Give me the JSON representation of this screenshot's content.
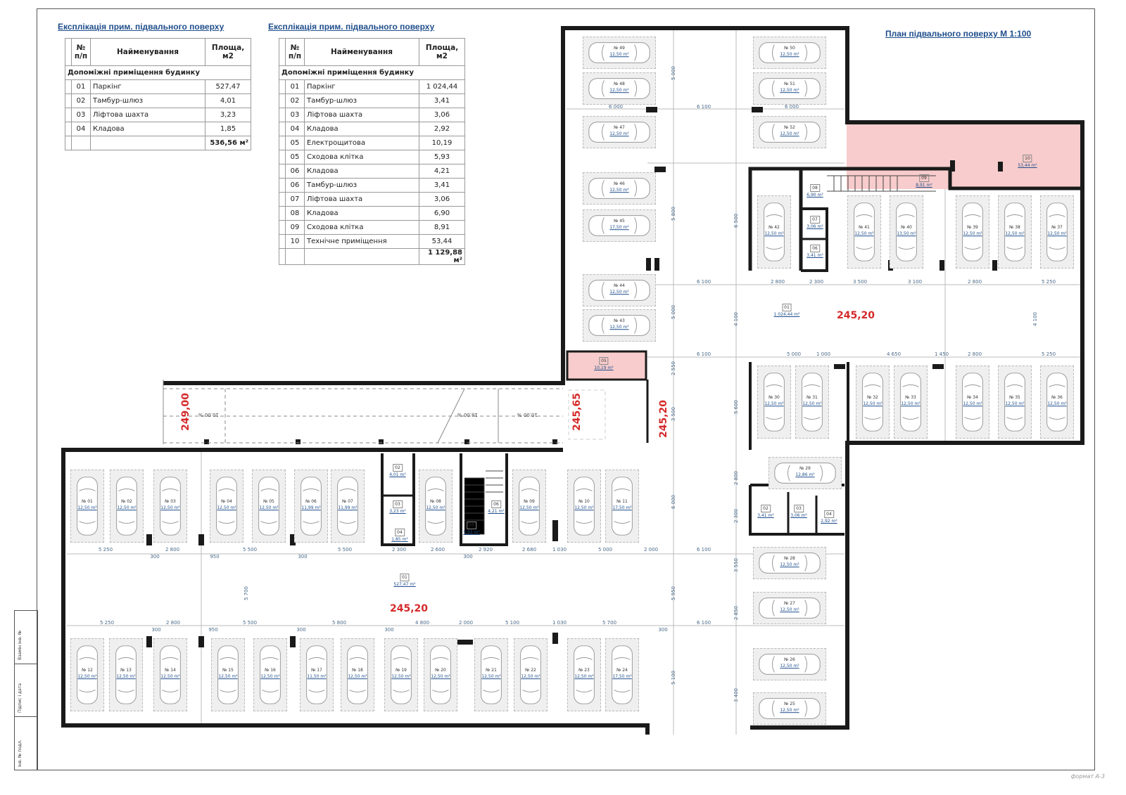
{
  "tables": [
    {
      "title": "Експлікація прим. підвального поверху",
      "headers": {
        "no": "№ п/п",
        "name": "Найменування",
        "area": "Площа, м2"
      },
      "group": "Допоміжні приміщення будинку",
      "rows": [
        {
          "no": "01",
          "name": "Паркінг",
          "area": "527,47"
        },
        {
          "no": "02",
          "name": "Тамбур-шлюз",
          "area": "4,01"
        },
        {
          "no": "03",
          "name": "Ліфтова шахта",
          "area": "3,23"
        },
        {
          "no": "04",
          "name": "Кладова",
          "area": "1,85"
        }
      ],
      "total": "536,56 м²"
    },
    {
      "title": "Експлікація прим. підвального поверху",
      "headers": {
        "no": "№ п/п",
        "name": "Найменування",
        "area": "Площа, м2"
      },
      "group": "Допоміжні приміщення будинку",
      "rows": [
        {
          "no": "01",
          "name": "Паркінг",
          "area": "1 024,44"
        },
        {
          "no": "02",
          "name": "Тамбур-шлюз",
          "area": "3,41"
        },
        {
          "no": "03",
          "name": "Ліфтова шахта",
          "area": "3,06"
        },
        {
          "no": "04",
          "name": "Кладова",
          "area": "2,92"
        },
        {
          "no": "05",
          "name": "Електрощитова",
          "area": "10,19"
        },
        {
          "no": "05",
          "name": "Сходова клітка",
          "area": "5,93"
        },
        {
          "no": "06",
          "name": "Кладова",
          "area": "4,21"
        },
        {
          "no": "06",
          "name": "Тамбур-шлюз",
          "area": "3,41"
        },
        {
          "no": "07",
          "name": "Ліфтова шахта",
          "area": "3,06"
        },
        {
          "no": "08",
          "name": "Кладова",
          "area": "6,90"
        },
        {
          "no": "09",
          "name": "Сходова клітка",
          "area": "8,91"
        },
        {
          "no": "10",
          "name": "Технічне приміщення",
          "area": "53,44"
        }
      ],
      "total": "1 129,88 м²"
    }
  ],
  "plan_title": "План підвального поверху М 1:100",
  "format_label": "формат А-3",
  "stamp_labels": [
    "Взамін інв. №",
    "Підпис і дата",
    "Інв. № подл."
  ],
  "colors": {
    "wall": "#1a1a1a",
    "tech_room": "#f8cccc",
    "title": "#1f4e8c",
    "elevation": "#d42a2a"
  },
  "elevations": [
    "249,00",
    "245,65",
    "245,20",
    "245,20",
    "245,20"
  ],
  "ramp_slopes": [
    "10.00 %",
    "18.00 %",
    "10.00 %"
  ],
  "rooms": [
    {
      "no": "01",
      "area": "1 024,44 m²"
    },
    {
      "no": "01",
      "area": "527,47 m²"
    },
    {
      "no": "02",
      "area": "4,01 m²"
    },
    {
      "no": "03",
      "area": "3,23 m²"
    },
    {
      "no": "04",
      "area": "1,85 m²"
    },
    {
      "no": "05",
      "area": "5,93 m²"
    },
    {
      "no": "06",
      "area": "4,21 m²"
    },
    {
      "no": "05",
      "area": "10,19 m²"
    },
    {
      "no": "08",
      "area": "6,90 m²"
    },
    {
      "no": "07",
      "area": "3,06 m²"
    },
    {
      "no": "06",
      "area": "3,41 m²"
    },
    {
      "no": "09",
      "area": "8,91 m²"
    },
    {
      "no": "10",
      "area": "53,44 m²"
    },
    {
      "no": "02",
      "area": "3,41 m²"
    },
    {
      "no": "03",
      "area": "3,06 m²"
    },
    {
      "no": "04",
      "area": "2,92 m²"
    }
  ],
  "spots": [
    {
      "no": "№ 01",
      "area": "12,50 m²"
    },
    {
      "no": "№ 02",
      "area": "12,50 m²"
    },
    {
      "no": "№ 03",
      "area": "12,50 m²"
    },
    {
      "no": "№ 04",
      "area": "12,50 m²"
    },
    {
      "no": "№ 05",
      "area": "12,50 m²"
    },
    {
      "no": "№ 06",
      "area": "11,99 m²"
    },
    {
      "no": "№ 07",
      "area": "11,99 m²"
    },
    {
      "no": "№ 08",
      "area": "12,50 m²"
    },
    {
      "no": "№ 09",
      "area": "12,50 m²"
    },
    {
      "no": "№ 10",
      "area": "12,50 m²"
    },
    {
      "no": "№ 11",
      "area": "17,50 m²"
    },
    {
      "no": "№ 12",
      "area": "12,50 m²"
    },
    {
      "no": "№ 13",
      "area": "12,50 m²"
    },
    {
      "no": "№ 14",
      "area": "12,50 m²"
    },
    {
      "no": "№ 15",
      "area": "12,50 m²"
    },
    {
      "no": "№ 16",
      "area": "12,50 m²"
    },
    {
      "no": "№ 17",
      "area": "11,50 m²"
    },
    {
      "no": "№ 18",
      "area": "12,50 m²"
    },
    {
      "no": "№ 19",
      "area": "12,50 m²"
    },
    {
      "no": "№ 20",
      "area": "12,50 m²"
    },
    {
      "no": "№ 21",
      "area": "12,50 m²"
    },
    {
      "no": "№ 22",
      "area": "12,50 m²"
    },
    {
      "no": "№ 23",
      "area": "12,50 m²"
    },
    {
      "no": "№ 24",
      "area": "17,50 m²"
    },
    {
      "no": "№ 25",
      "area": "12,50 m²"
    },
    {
      "no": "№ 26",
      "area": "12,50 m²"
    },
    {
      "no": "№ 27",
      "area": "12,50 m²"
    },
    {
      "no": "№ 28",
      "area": "12,50 m²"
    },
    {
      "no": "№ 29",
      "area": "12,86 m²"
    },
    {
      "no": "№ 30",
      "area": "12,50 m²"
    },
    {
      "no": "№ 31",
      "area": "12,50 m²"
    },
    {
      "no": "№ 32",
      "area": "12,50 m²"
    },
    {
      "no": "№ 33",
      "area": "12,50 m²"
    },
    {
      "no": "№ 34",
      "area": "12,50 m²"
    },
    {
      "no": "№ 35",
      "area": "12,50 m²"
    },
    {
      "no": "№ 36",
      "area": "12,50 m²"
    },
    {
      "no": "№ 37",
      "area": "12,50 m²"
    },
    {
      "no": "№ 38",
      "area": "12,50 m²"
    },
    {
      "no": "№ 39",
      "area": "12,50 m²"
    },
    {
      "no": "№ 40",
      "area": "13,50 m²"
    },
    {
      "no": "№ 41",
      "area": "12,50 m²"
    },
    {
      "no": "№ 42",
      "area": "12,50 m²"
    },
    {
      "no": "№ 43",
      "area": "12,50 m²"
    },
    {
      "no": "№ 44",
      "area": "12,50 m²"
    },
    {
      "no": "№ 45",
      "area": "17,50 m²"
    },
    {
      "no": "№ 46",
      "area": "12,50 m²"
    },
    {
      "no": "№ 47",
      "area": "12,50 m²"
    },
    {
      "no": "№ 48",
      "area": "12,50 m²"
    },
    {
      "no": "№ 49",
      "area": "12,50 m²"
    },
    {
      "no": "№ 50",
      "area": "12,50 m²"
    },
    {
      "no": "№ 51",
      "area": "12,50 m²"
    },
    {
      "no": "№ 52",
      "area": "12,50 m²"
    }
  ],
  "dimensions": [
    "5 250",
    "2 800",
    "300",
    "950",
    "5 500",
    "300",
    "5 500",
    "2 300",
    "2 600",
    "300",
    "2 920",
    "2 680",
    "1 030",
    "5 000",
    "2 000",
    "6 100",
    "5 250",
    "2 800",
    "300",
    "950",
    "5 500",
    "300",
    "5 800",
    "300",
    "4 800",
    "2 000",
    "5 100",
    "1 030",
    "5 700",
    "300",
    "6 100",
    "6 000",
    "6 100",
    "6 000",
    "6 100",
    "2 800",
    "2 300",
    "3 500",
    "3 100",
    "2 800",
    "5 250",
    "6 100",
    "5 000",
    "1 000",
    "4 650",
    "1 450",
    "2 800",
    "5 250",
    "5 000",
    "5 800",
    "5 000",
    "2 550",
    "3 500",
    "6 000",
    "5 100",
    "5 950",
    "5 700",
    "6 500",
    "5 600",
    "2 800",
    "2 300",
    "3 550",
    "2 850",
    "3 400",
    "4 100",
    "4 100"
  ]
}
